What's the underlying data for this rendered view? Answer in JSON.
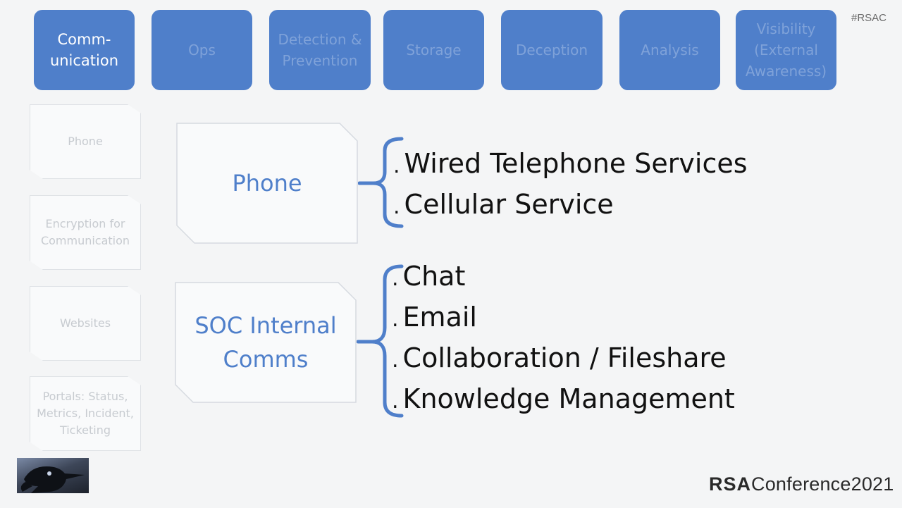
{
  "slide": {
    "hashtag": "#RSAC",
    "categories": [
      {
        "label": "Comm-\nunication",
        "active": true
      },
      {
        "label": "Ops",
        "active": false
      },
      {
        "label": "Detection &\nPrevention",
        "active": false
      },
      {
        "label": "Storage",
        "active": false
      },
      {
        "label": "Deception",
        "active": false
      },
      {
        "label": "Analysis",
        "active": false
      },
      {
        "label": "Visibility\n(External\nAwareness)",
        "active": false
      }
    ],
    "side_items": [
      "Phone",
      "Encryption for\nCommunication",
      "Websites",
      "Portals: Status,\nMetrics, Incident,\nTicketing"
    ],
    "groups": [
      {
        "title": "Phone",
        "items": [
          "Wired Telephone Services",
          "Cellular Service"
        ]
      },
      {
        "title": "SOC Internal\nComms",
        "items": [
          "Chat",
          "Email",
          "Collaboration / Fileshare",
          "Knowledge Management"
        ]
      }
    ],
    "bullet_glyph": ".",
    "logo": {
      "brand": "RSA",
      "event": "Conference2021"
    }
  },
  "colors": {
    "tab_fill": "#4f7fca",
    "tab_text_active": "#ffffff",
    "tab_text_inactive": "#7fa2d9",
    "accent_text": "#4f7fca",
    "bullet_text": "#111111",
    "background": "#f4f5f6"
  },
  "icons": {
    "brace": "left-curly-brace",
    "crow": "crow-image"
  }
}
